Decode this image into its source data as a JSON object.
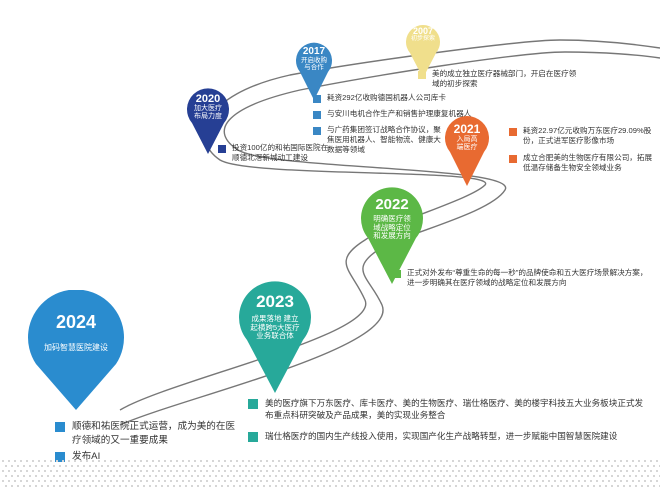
{
  "colors": {
    "y2007": "#f0df8c",
    "y2017": "#3a87c4",
    "y2020": "#263f94",
    "y2021": "#e86a31",
    "y2022": "#5cb846",
    "y2023": "#27a99a",
    "y2024": "#2a8ccf",
    "road": "#666666"
  },
  "milestones": [
    {
      "year": "2007",
      "title": "初步探索",
      "items": [
        "美的成立独立医疗器械部门，开启在医疗领域的初步探索"
      ]
    },
    {
      "year": "2017",
      "title": "开启收购与合作",
      "items": [
        "耗资292亿收购德国机器人公司库卡",
        "与安川电机合作生产和销售护理康复机器人",
        "与广药集团签订战略合作协议，聚焦医用机器人、智能物流、健康大数据等领域"
      ]
    },
    {
      "year": "2020",
      "title": "加大医疗布局力度",
      "items": [
        "投资100亿的和祐国际医院在顺德北滘新城动工建设"
      ]
    },
    {
      "year": "2021",
      "title": "入局高端医疗",
      "items": [
        "耗资22.97亿元收购万东医疗29.09%股份，正式进军医疗影像市场",
        "成立合肥美的生物医疗有限公司，拓展低温存储备生物安全领域业务"
      ]
    },
    {
      "year": "2022",
      "title": "明确医疗领域战略定位和发展方向",
      "items": [
        "正式对外发布“尊重生命的每一秒”的品牌使命和五大医疗场景解决方案，进一步明确其在医疗领域的战略定位和发展方向"
      ]
    },
    {
      "year": "2023",
      "title": "成果落地 建立起横跨5大医疗业务联合体",
      "items": [
        "美的医疗旗下万东医疗、库卡医疗、美的生物医疗、瑞仕格医疗、美的楼宇科技五大业务板块正式发布重点科研突破及产品成果，美的实现业务整合",
        "瑞仕格医疗的国内生产线投入使用，实现国产化生产战略转型，进一步赋能中国智慧医院建设"
      ]
    },
    {
      "year": "2024",
      "title": "加码智慧医院建设",
      "items": [
        "顺德和祐医院正式运营，成为美的在医疗领域的又一重要成果",
        "发布AI"
      ]
    }
  ]
}
